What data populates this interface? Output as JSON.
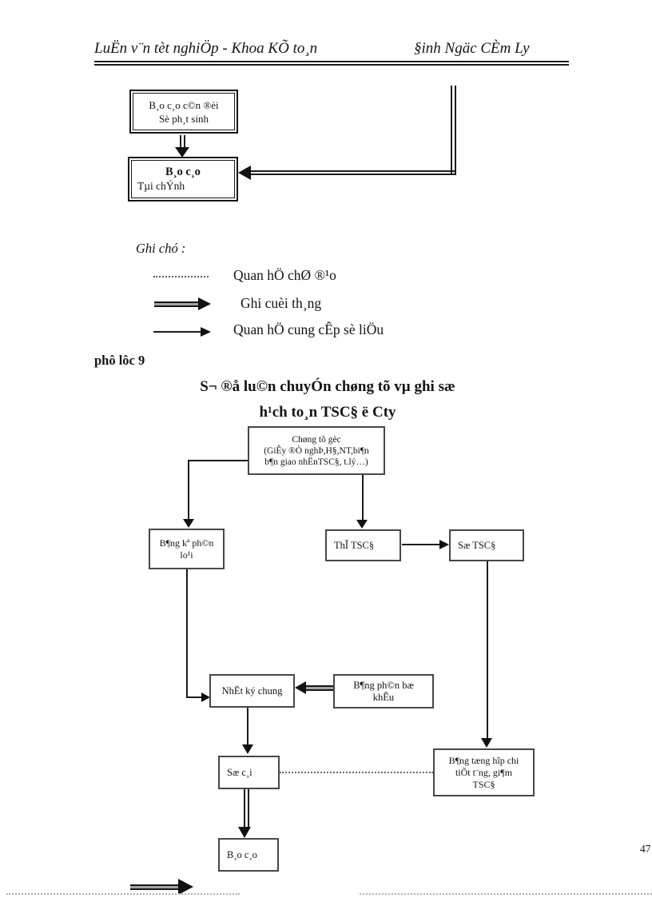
{
  "page": {
    "header_left": "LuËn v¨n tèt nghiÖp - Khoa KÕ to¸n",
    "header_right": "§inh Ngäc CÈm Ly",
    "page_number": "4",
    "page_number_clipped": "7"
  },
  "colors": {
    "ink": "#1a1a1a",
    "paper": "#ffffff"
  },
  "top_flowchart": {
    "balance_box": {
      "line1": "B¸o c¸o c©n ®èi",
      "line2": "Sè ph¸t sinh"
    },
    "report_box": {
      "line1": "B¸o c¸o",
      "line2": "Tµi chÝnh"
    }
  },
  "legend": {
    "title": "Ghi chó :",
    "items": [
      {
        "style": "dotted-line",
        "label": "Quan hÖ chØ ®¹o"
      },
      {
        "style": "thick-arrow",
        "label": "Ghi cuèi th¸ng"
      },
      {
        "style": "thin-arrow",
        "label": "Quan hÖ cung cÊp sè liÖu"
      }
    ]
  },
  "section": {
    "appendix_label": "phô lôc 9",
    "title_line1": "S¬ ®å lu©n chuyÓn chøng tõ vµ ghi sæ",
    "title_line2": "h¹ch to¸n TSC§ ë Cty"
  },
  "main_flowchart": {
    "source_docs": {
      "line1": "Chøng tõ gèc",
      "line2": "(GiÊy ®Ò nghÞ,H§,NT,bi¶n",
      "line3": "b¶n giao nhËnTSC§, t.lý…)"
    },
    "classification": {
      "line1": "B¶ng kª ph©n",
      "line2": "lo¹i"
    },
    "asset_card": {
      "label": "ThÎ TSC§"
    },
    "asset_book": {
      "label": "Sæ TSC§"
    },
    "general_journal": {
      "label": "NhËt ký chung"
    },
    "depreciation": {
      "line1": "B¶ng ph©n bæ",
      "line2": "khÊu"
    },
    "ledger": {
      "label": "Sæ c¸i"
    },
    "summary": {
      "line1": "B¶ng tæng hîp chi",
      "line2": "tiÕt t¨ng, gi¶m",
      "line3": "TSC§"
    },
    "report": {
      "label": "B¸o c¸o"
    }
  }
}
